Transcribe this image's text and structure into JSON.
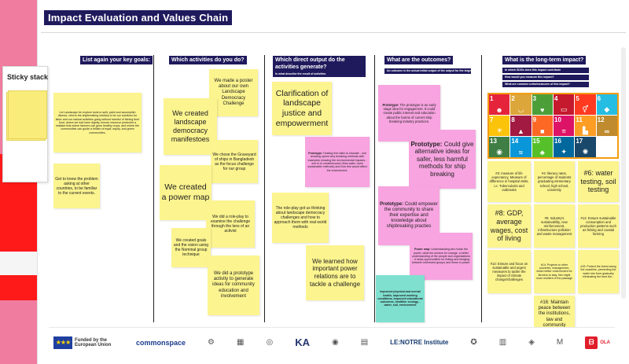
{
  "board": {
    "title": "Impact Evaluation and Values Chain"
  },
  "sticky_stack": {
    "title": "Sticky stack"
  },
  "columns": [
    {
      "id": "goals",
      "heading": "List again your key goals:",
      "subheading": ""
    },
    {
      "id": "activities",
      "heading": "Which activities do you do?",
      "subheading": ""
    },
    {
      "id": "outputs",
      "heading": "Which direct output do the activities generate?",
      "subheading": "In what describe the result of activities"
    },
    {
      "id": "outcomes",
      "heading": "What are the outcomes?",
      "subheading": "An outcome is the actual initial output of the output for the target group"
    },
    {
      "id": "impact",
      "heading": "What is the long-term impact?",
      "subheading": ""
    }
  ],
  "impact_subheads": [
    "In which SDGs does this impact contribute",
    "How would you measure this impact?",
    "What are common units/measures of this impact?"
  ],
  "notes": {
    "goal_1": "Let Landscape be explore tools to split, paint and accomplish diverse, reform the shipbreaking industry to be our solutions for labor and our natural activities going without harmful of fishing their food, where we had have dignity, ensure resource protected a mistake that where farmers can grow healthy crops, and where the communities can guide a brillam of equit, equity, and green communities.",
    "goal_2": "Get to know the problem asking at other countries, to be familiar to the current events.",
    "act_1": "We made a poster about our own Landscape Democracy Challenge",
    "act_2": "We created landscape democracy manifestoes",
    "act_3": "We chose the Graveyard of ships in Bangladesh as the focus challenge for our group",
    "act_4": "We created a power map",
    "act_5": "We did a role-play to examine the challenge through the lens of an activist",
    "act_6": "We created goals and the vision using the Nominal group technique",
    "act_7": "We did a prototype activity to generate ideas for community education and involvement",
    "out_1": "Clarification of landscape justice and empowerment",
    "out_2_label": "Prototype:",
    "out_2": "Hosting free talks to educate - one showing opens why breaking methods with examples showing the environmental impacts - one to to create/ecomic (How safer, more sustainable methods) and how this would affect the environment.",
    "out_3": "The role-play got us thinking about landscape democracy challenges and how to approach them with real world methods",
    "out_4": "We learned how important power relations are to tackle a challenge",
    "outc_1_label": "Prototype:",
    "outc_1": "The prototype is an early stage idea for engagement. It could create public interest and education about the harms of current ship breaking industry practices.",
    "outc_2_label": "Prototype:",
    "outc_2": "Could give alternative ideas for safer, less harmful methods for ship breaking",
    "outc_3_label": "Prototype:",
    "outc_3": "Could empower the community to share their expertise and knowledge about shipbreaking practies",
    "outc_4_label": "Power map:",
    "outc_4": "Understanding who holds the power, what the sectors for change, a better understanding of the people and organizations - it helps opportunities for linking and bridging between interested groups and those in power.",
    "outc_5": "Improved physical and mental health, improved working conditions, improved educational outcomes, healthier ecology - water, soil, environment",
    "imp_1": "#3: measure of life expectancy, Measure of difference in hospital visits, i.e. Tuberculosis and outbreaks",
    "imp_2": "#4: literacy rates, percentage of students graduating elementary school, high school, university",
    "imp_3": "#6: water testing, soil testing",
    "imp_4": "#8: GDP, average wages, cost of living",
    "imp_5": "#9: Industry's sustainability, new reinforcement, infrastructure pollution and waste management",
    "imp_6": "#12: Ensure sustainable consumption and production patterns such as fishing and coastal farming",
    "imp_7": "#13: Ensure and focus on sustainable and urgent measures to tackle the impact of climate change/challenges",
    "imp_8": "#14: Projects to other countries, management, which better environment for farmers to stay, fish might more resilient of the passage",
    "imp_9": "#15: Protect the forest along the coastline, preventing the water into from gradually eliminating the land the...",
    "imp_10": "#16: Maintain peace between the institutions, law and community"
  },
  "sdg_tiles": [
    {
      "num": "1",
      "color": "#e5243b",
      "icon": "users-icon"
    },
    {
      "num": "2",
      "color": "#dda63a",
      "icon": "bowl-icon"
    },
    {
      "num": "3",
      "color": "#4c9f38",
      "icon": "heartbeat-icon"
    },
    {
      "num": "4",
      "color": "#c5192d",
      "icon": "book-icon"
    },
    {
      "num": "5",
      "color": "#ff3a21",
      "icon": "gender-icon"
    },
    {
      "num": "6",
      "color": "#26bde2",
      "icon": "water-icon"
    },
    {
      "num": "7",
      "color": "#fcc30b",
      "icon": "sun-icon"
    },
    {
      "num": "8",
      "color": "#a21942",
      "icon": "chart-icon"
    },
    {
      "num": "9",
      "color": "#fd6925",
      "icon": "cube-icon"
    },
    {
      "num": "10",
      "color": "#dd1367",
      "icon": "equal-icon"
    },
    {
      "num": "11",
      "color": "#fd9d24",
      "icon": "city-icon"
    },
    {
      "num": "12",
      "color": "#bf8b2e",
      "icon": "infinity-icon"
    },
    {
      "num": "13",
      "color": "#3f7e44",
      "icon": "globe-icon"
    },
    {
      "num": "14",
      "color": "#0a97d9",
      "icon": "fish-icon"
    },
    {
      "num": "15",
      "color": "#56c02b",
      "icon": "tree-icon"
    },
    {
      "num": "16",
      "color": "#00689d",
      "icon": "dove-icon"
    },
    {
      "num": "17",
      "color": "#19486a",
      "icon": "ring-icon"
    },
    {
      "num": "",
      "color": "#ffffff",
      "icon": ""
    }
  ],
  "footer": {
    "funded_by": "Funded by the European Union",
    "commonspace": "commonspace",
    "lenotre": "LE:NOTRE Institute",
    "ola": "OLA"
  },
  "colors": {
    "title_bg": "#1f1a5c",
    "sticky_yellow": "#fcf48f",
    "sticky_pink": "#f7a4e0",
    "sticky_teal": "#7fe0d0",
    "rail_pink": "#f07ca0",
    "rail_red": "#ff1a1a"
  }
}
